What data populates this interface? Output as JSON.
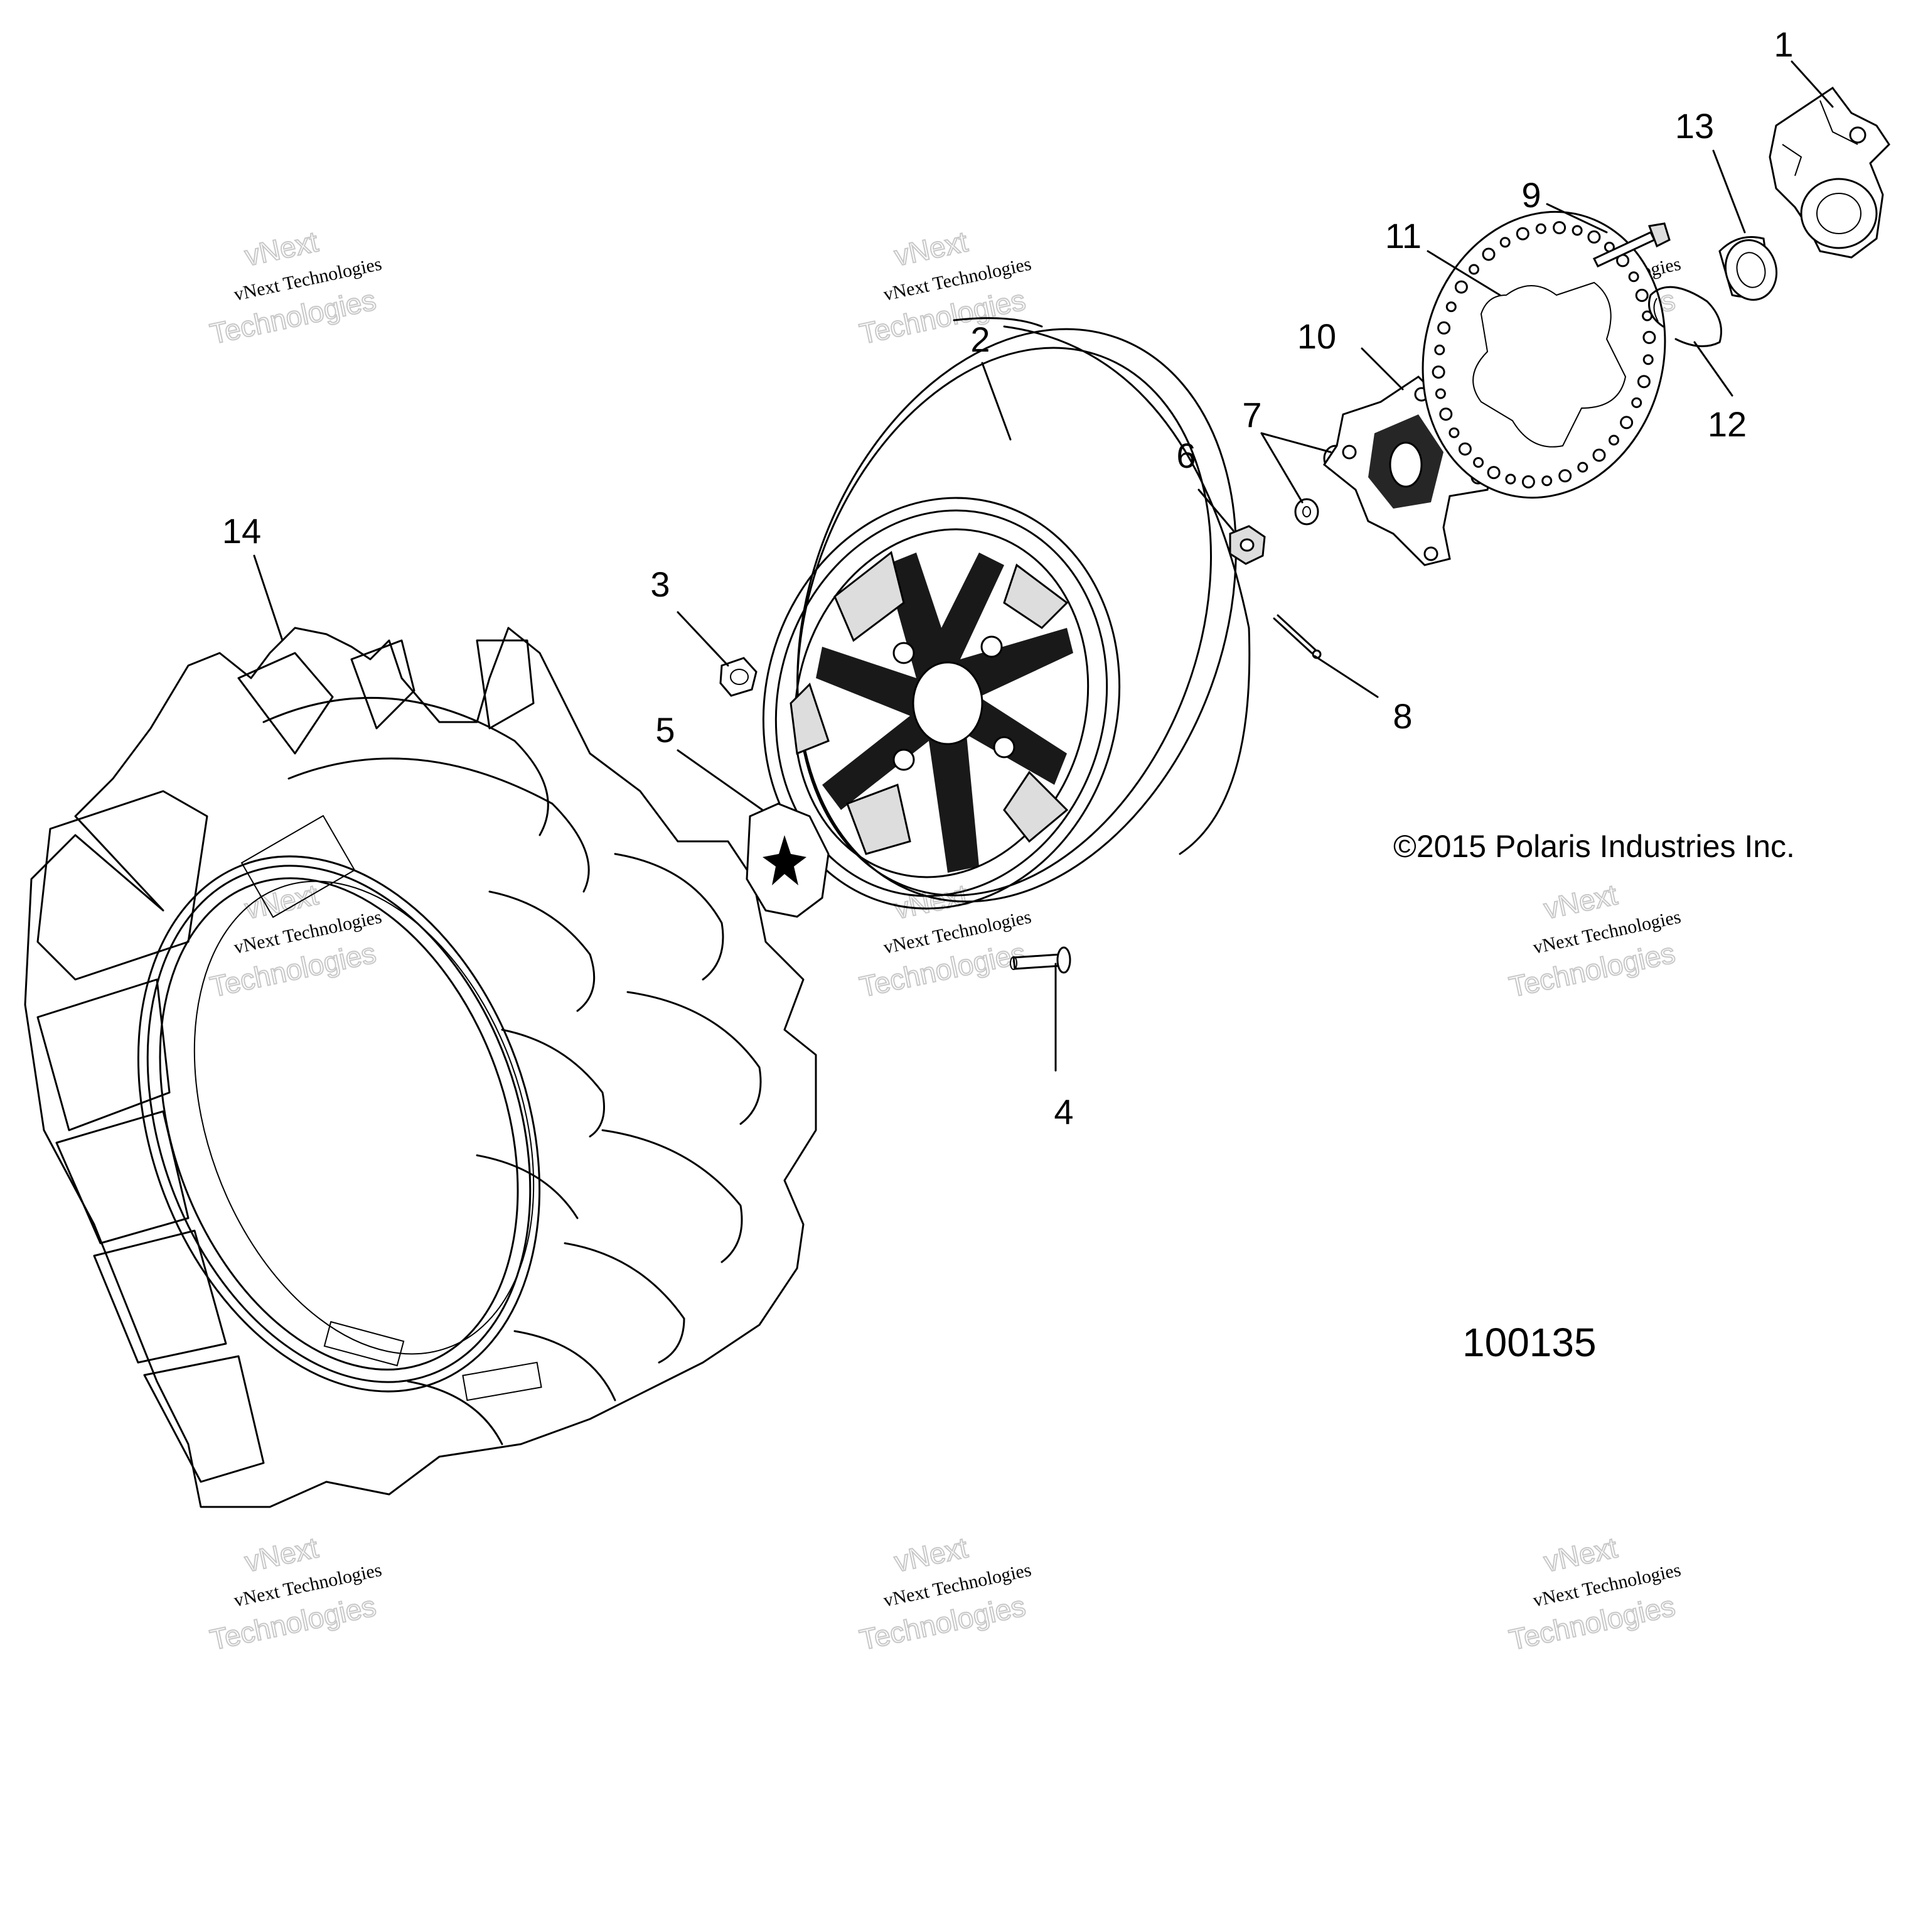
{
  "callouts": {
    "c1": "1",
    "c2": "2",
    "c3": "3",
    "c4": "4",
    "c5": "5",
    "c6": "6",
    "c7": "7",
    "c8": "8",
    "c9": "9",
    "c10": "10",
    "c11": "11",
    "c12": "12",
    "c13": "13",
    "c14": "14"
  },
  "copyright": "©2015 Polaris Industries Inc.",
  "drawing_number": "100135",
  "watermark": {
    "line1": "vNext Technologies",
    "line2": "vNext",
    "line3": "Technologies"
  }
}
